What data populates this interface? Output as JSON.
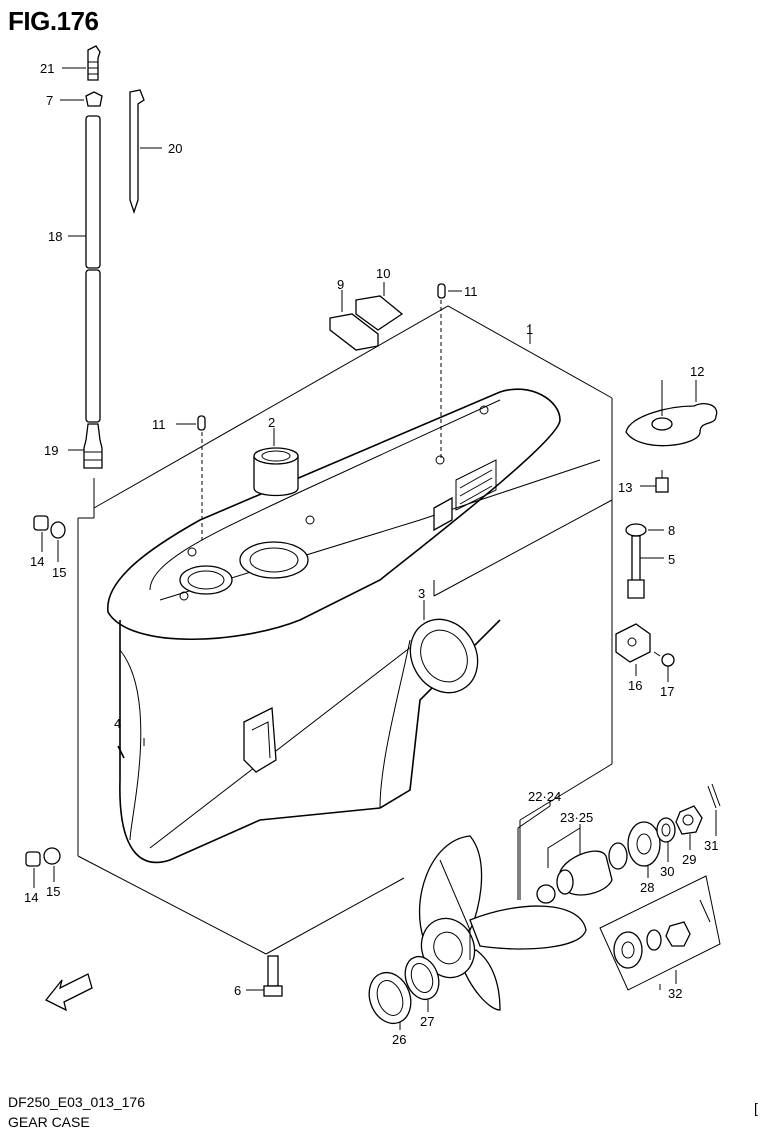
{
  "figure": {
    "title": "FIG.176",
    "code": "DF250_E03_013_176",
    "name": "GEAR CASE",
    "corner_mark": "["
  },
  "callouts": [
    "21",
    "7",
    "20",
    "18",
    "19",
    "9",
    "10",
    "11",
    "1",
    "11",
    "2",
    "12",
    "13",
    "8",
    "5",
    "14",
    "15",
    "3",
    "16",
    "17",
    "4",
    "22·24",
    "23·25",
    "31",
    "29",
    "30",
    "28",
    "14",
    "15",
    "6",
    "26",
    "27",
    "32"
  ],
  "icons": {
    "fwd_arrow": "fwd-arrow-icon",
    "fwd_text": "FWD"
  }
}
